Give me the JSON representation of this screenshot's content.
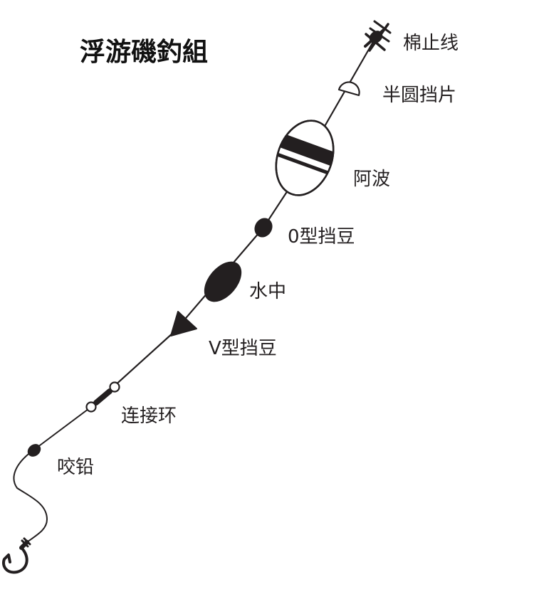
{
  "title": "浮游磯釣組",
  "labels": {
    "stop_knot": "棉止线",
    "half_bead": "半圆挡片",
    "float": "阿波",
    "o_bead": "0型挡豆",
    "sinker_float": "水中",
    "v_bead": "V型挡豆",
    "swivel": "连接环",
    "split_shot": "咬铅"
  },
  "colors": {
    "ink": "#231f20",
    "background": "#ffffff"
  }
}
